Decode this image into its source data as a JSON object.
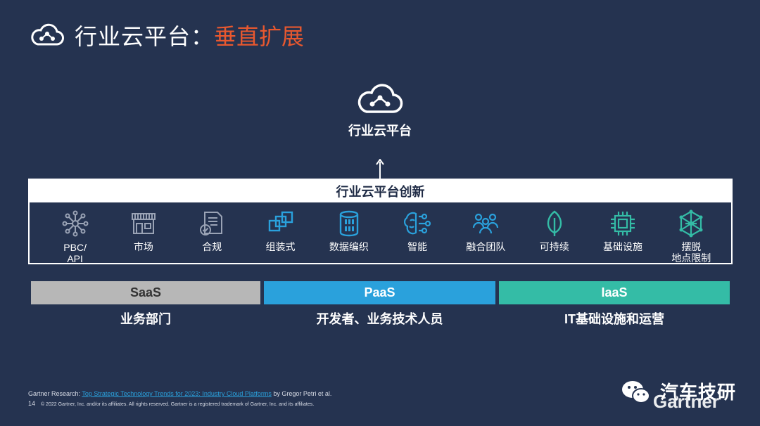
{
  "title": {
    "main": "行业云平台：",
    "accent": "垂直扩展"
  },
  "hero": {
    "label": "行业云平台"
  },
  "innovation": {
    "header": "行业云平台创新",
    "items": [
      {
        "icon": "pbc-api-icon",
        "label": "PBC/\nAPI"
      },
      {
        "icon": "market-icon",
        "label": "市场"
      },
      {
        "icon": "compliance-icon",
        "label": "合规"
      },
      {
        "icon": "composable-icon",
        "label": "组装式"
      },
      {
        "icon": "data-fabric-icon",
        "label": "数据编织"
      },
      {
        "icon": "intelligence-icon",
        "label": "智能"
      },
      {
        "icon": "fusion-team-icon",
        "label": "融合团队"
      },
      {
        "icon": "sustainability-icon",
        "label": "可持续"
      },
      {
        "icon": "infrastructure-icon",
        "label": "基础设施"
      },
      {
        "icon": "location-free-icon",
        "label": "摆脱\n地点限制"
      }
    ]
  },
  "tiers": [
    {
      "name": "SaaS",
      "audience": "业务部门"
    },
    {
      "name": "PaaS",
      "audience": "开发者、业务技术人员"
    },
    {
      "name": "IaaS",
      "audience": "IT基础设施和运营"
    }
  ],
  "footer": {
    "source_prefix": "Gartner Research: ",
    "source_link": "Top Strategic Technology Trends for 2023: Industry Cloud Platforms",
    "source_suffix": " by Gregor Petri et al.",
    "page_number": "14",
    "copyright": "© 2022 Gartner, Inc. and/or its affiliates. All rights reserved. Gartner is a registered trademark of Gartner, Inc. and its affiliates."
  },
  "brand": {
    "wechat_tag": "汽车技研",
    "gartner": "Gartner"
  },
  "colors": {
    "background": "#253350",
    "accent": "#e8582f",
    "saas": "#b7b7b7",
    "paas": "#2aa1dc",
    "iaas": "#34bca6",
    "icon": "#2aa1dc",
    "icon_teal": "#34bca6"
  }
}
